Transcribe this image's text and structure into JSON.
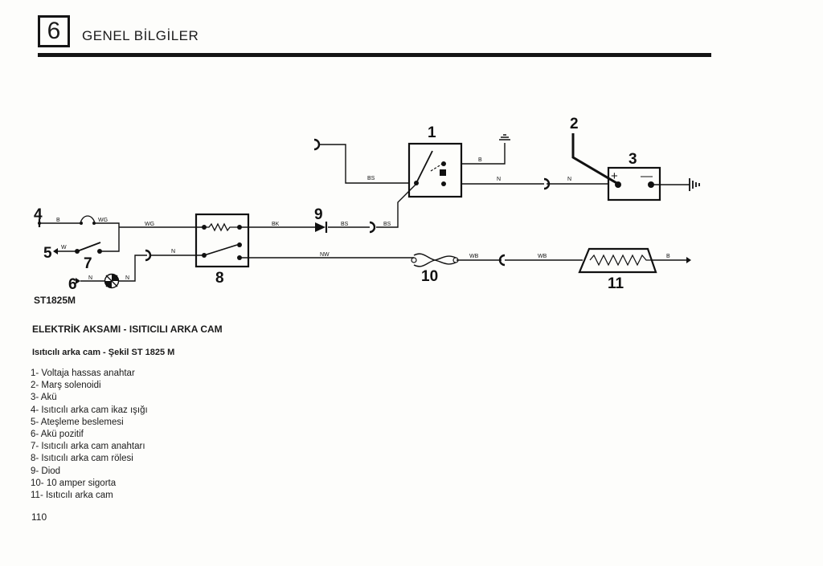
{
  "header": {
    "chapter_number": "6",
    "title": "GENEL BİLGİLER"
  },
  "diagram": {
    "figure_code": "ST1825M",
    "component_numbers": [
      "1",
      "2",
      "3",
      "4",
      "5",
      "6",
      "7",
      "8",
      "9",
      "10",
      "11"
    ],
    "wire_labels": {
      "w_b4": "B",
      "w_wg4": "WG",
      "w_wg": "WG",
      "w_w5": "W",
      "w_n6a": "N",
      "w_n6b": "N",
      "w_n8": "N",
      "w_bk": "BK",
      "w_bs9": "BS",
      "w_bs2": "BS",
      "w_bs1": "BS",
      "w_b1": "B",
      "w_n1": "N",
      "w_n3": "N",
      "w_nw": "NW",
      "w_wb1": "WB",
      "w_wb2": "WB",
      "w_b11": "B"
    },
    "battery_plus": "+",
    "battery_minus": "—"
  },
  "section": {
    "title": "ELEKTRİK AKSAMI - ISITICILI ARKA CAM",
    "subtitle": "Isıtıcılı arka cam - Şekil ST 1825 M"
  },
  "legend": [
    "1- Voltaja hassas anahtar",
    "2- Marş solenoidi",
    "3- Akü",
    "4- Isıtıcılı arka cam ikaz ışığı",
    "5- Ateşleme beslemesi",
    "6- Akü pozitif",
    "7- Isıtıcılı arka cam anahtarı",
    "8- Isıtıcılı arka cam rölesi",
    "9- Diod",
    "10- 10 amper sigorta",
    "11- Isıtıcılı arka cam"
  ],
  "page_number": "110"
}
